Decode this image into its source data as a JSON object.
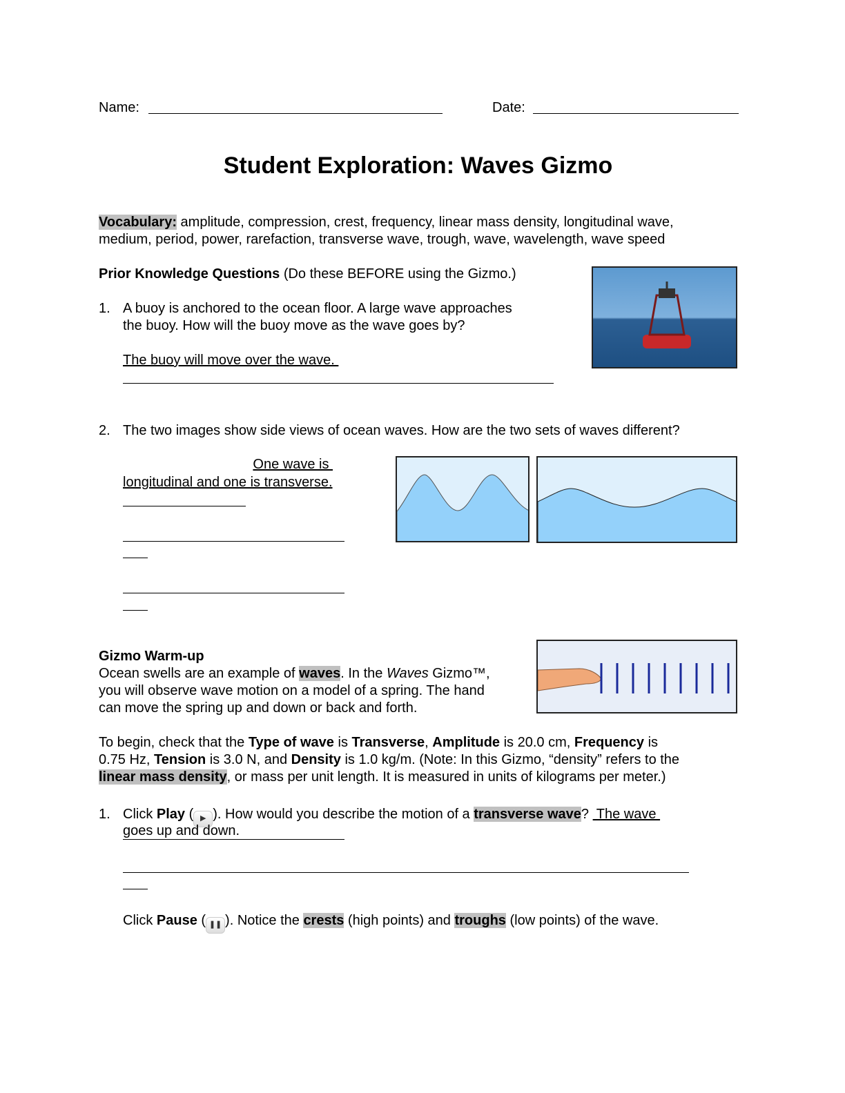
{
  "header": {
    "name_label": "Name:",
    "date_label": "Date:"
  },
  "title": "Student Exploration: Waves Gizmo",
  "vocabulary": {
    "label": "Vocabulary:",
    "line1": " amplitude, compression, crest, frequency, linear mass density, longitudinal wave,",
    "line2": "medium, period, power, rarefaction, transverse wave, trough, wave, wavelength, wave speed"
  },
  "prior": {
    "heading": "Prior Knowledge Questions",
    "note": " (Do these BEFORE using the Gizmo.)",
    "q1": {
      "num": "1.",
      "line1": "A buoy is anchored to the ocean floor. A large wave approaches",
      "line2": "the buoy. How will the buoy move as the wave goes by?",
      "answer": "The buoy will move over the wave. "
    },
    "q2": {
      "num": "2.",
      "text": "The two images show side views of ocean waves. How are the two sets of waves different?",
      "answer1": "One wave is ",
      "answer2": "longitudinal and one is transverse."
    }
  },
  "warmup": {
    "heading": "Gizmo Warm-up",
    "p1a": "Ocean swells are an example of ",
    "p1b": "waves",
    "p1c": ". In the ",
    "p1d": "Waves",
    "p1e": " Gizmo™,",
    "p1l2": "you will observe wave motion on a model of a spring. The hand",
    "p1l3": "can move the spring up and down or back and forth.",
    "p2": {
      "a": "To begin, check that the ",
      "b": "Type of wave",
      "c": " is ",
      "d": "Transverse",
      "e": ", ",
      "f": "Amplitude",
      "g": " is 20.0 cm, ",
      "h": "Frequency",
      "i": " is",
      "l2a": "0.75 Hz, ",
      "l2b": "Tension",
      "l2c": " is 3.0 N, and ",
      "l2d": "Density",
      "l2e": " is 1.0 kg/m. (Note: In this Gizmo, “density” refers to the",
      "l3a": "linear mass density",
      "l3b": ", or mass per unit length. It is measured in units of kilograms per meter.)"
    },
    "q1": {
      "num": "1.",
      "a": "Click ",
      "b": "Play",
      "c": " (",
      "d": "). How would you describe the motion of a ",
      "e": "transverse wave",
      "f": "? ",
      "ans1": " The wave ",
      "ans2": "goes up and down.           "
    },
    "pause": {
      "a": "Click ",
      "b": "Pause",
      "c": " (",
      "d": "). Notice the ",
      "e": "crests",
      "f": " (high points) and ",
      "g": "troughs",
      "h": " (low points) of the wave."
    }
  },
  "colors": {
    "sky": "#dff0fc",
    "water": "#94d1fa",
    "highlight": "#c0c0c0"
  }
}
